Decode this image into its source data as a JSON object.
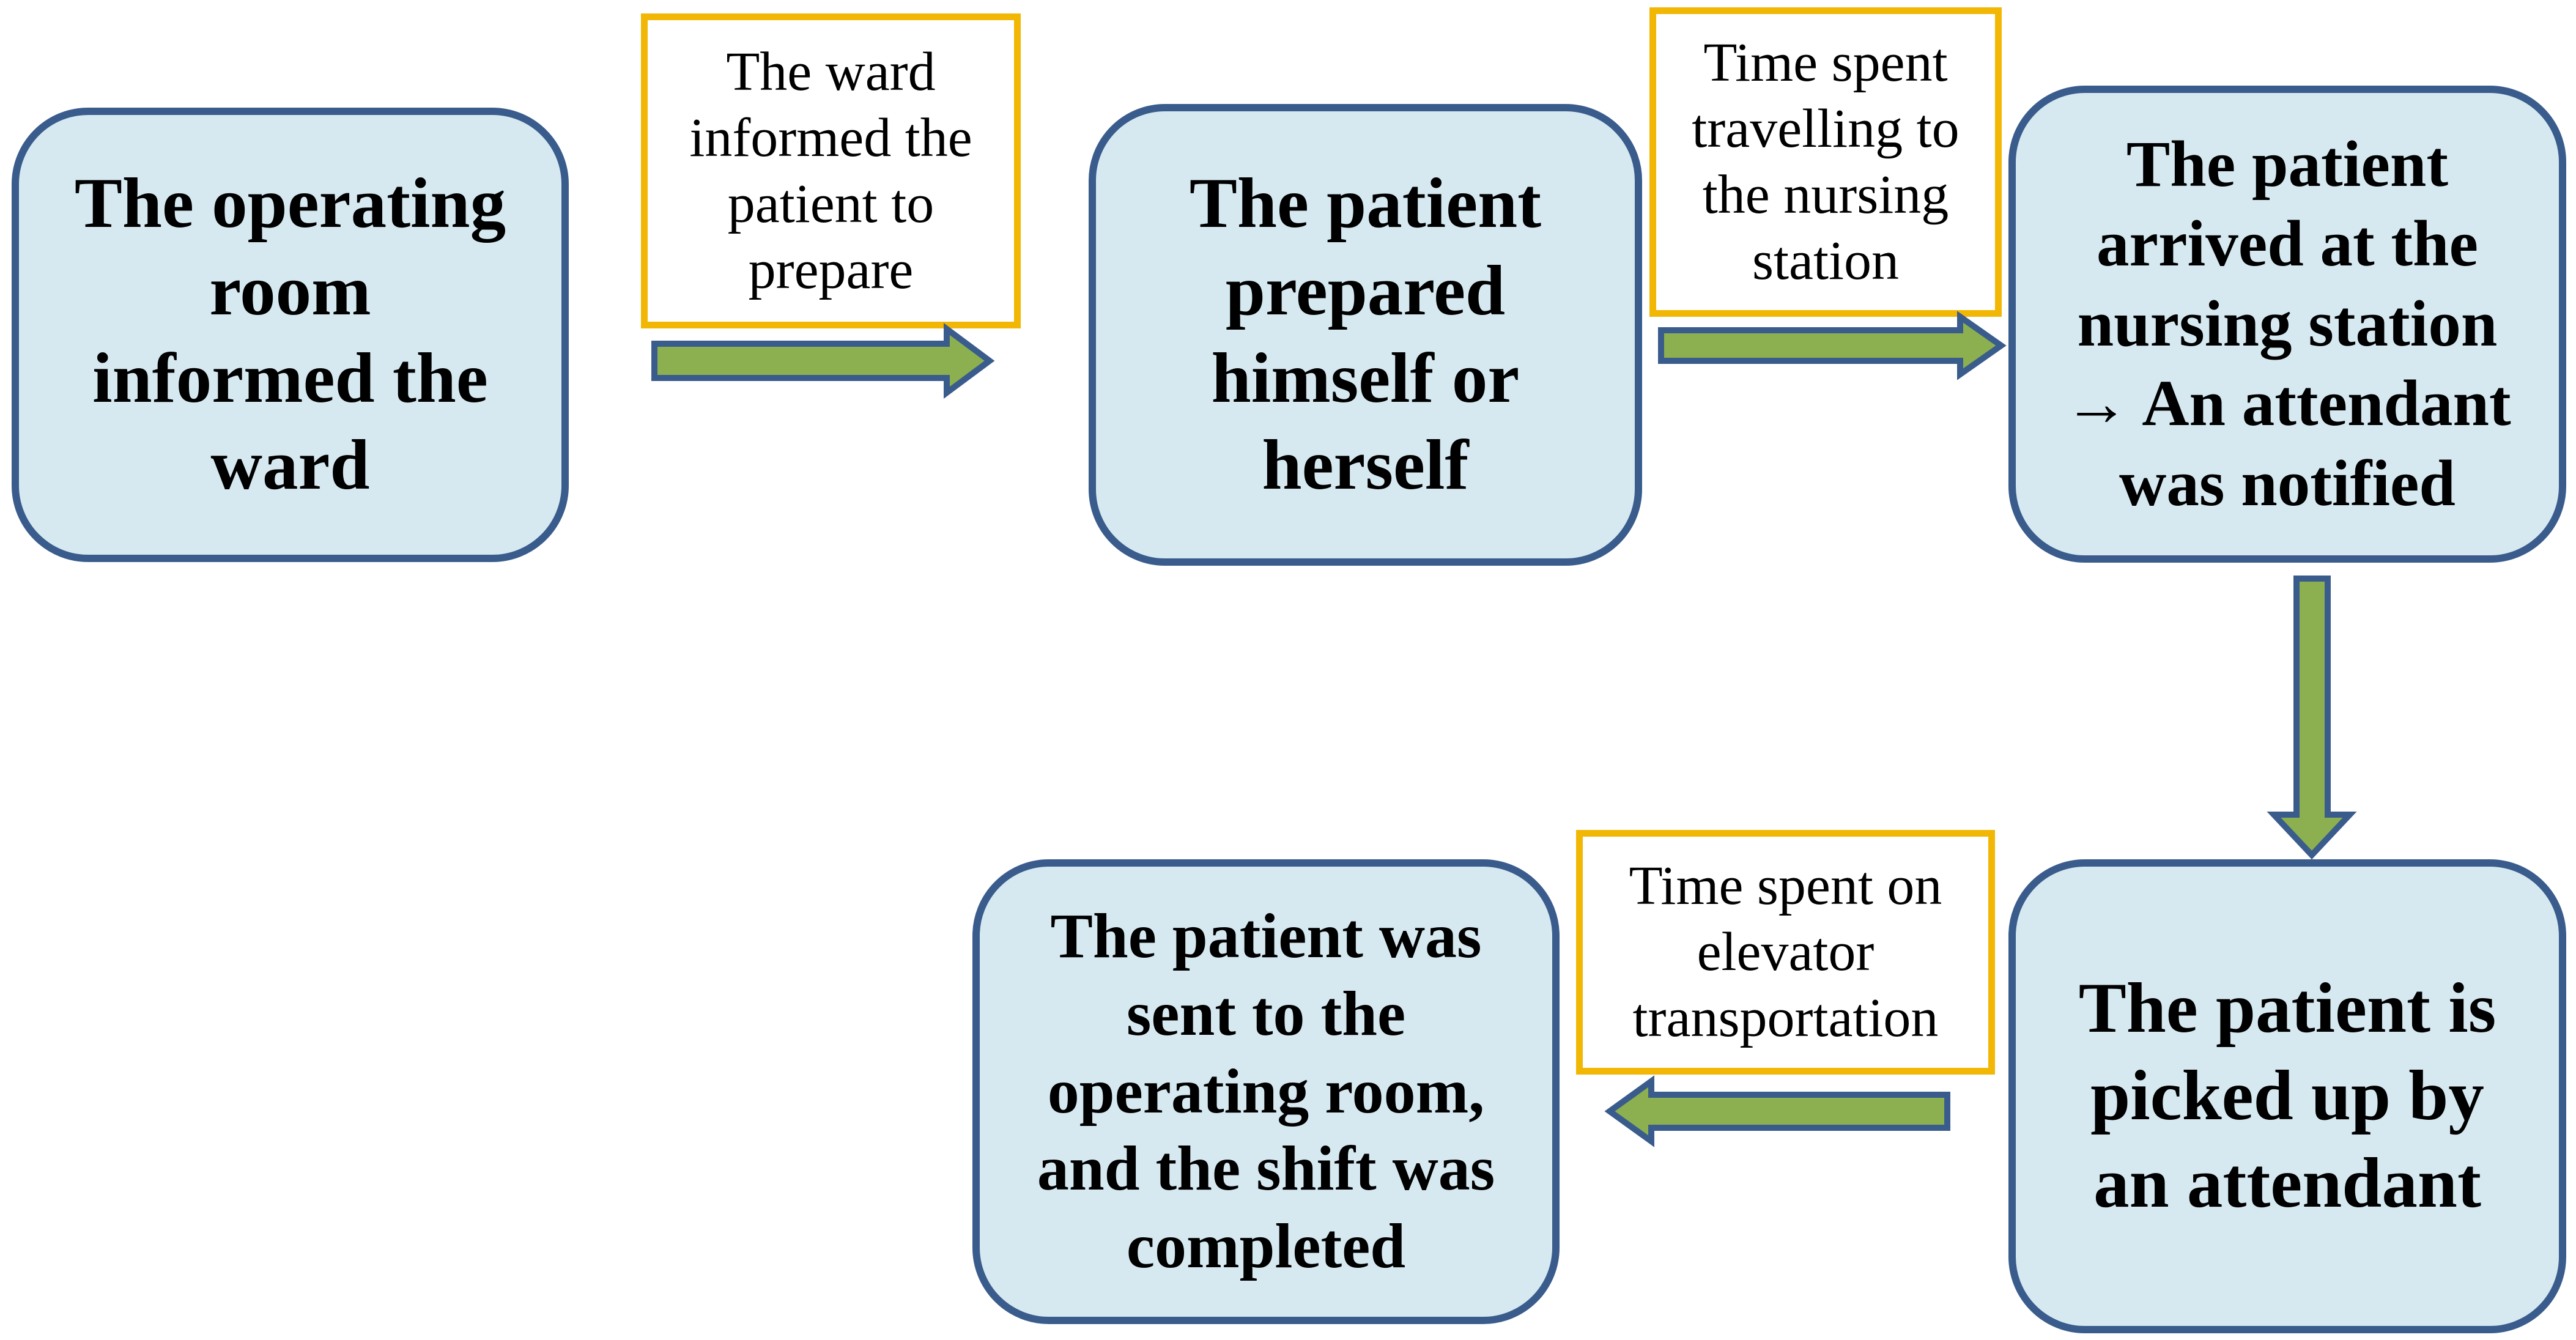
{
  "diagram": {
    "colors": {
      "step_fill": "#d6e9f1",
      "step_border": "#3a5c8c",
      "note_border": "#f2b705",
      "arrow_fill": "#8cb04f",
      "arrow_border": "#3a5c8c"
    },
    "steps": [
      {
        "id": "step1",
        "label": "The operating\nroom\ninformed the\nward"
      },
      {
        "id": "step2",
        "label": "The patient\nprepared\nhimself or\nherself"
      },
      {
        "id": "step3",
        "label": "The patient\narrived at the\nnursing station\n→ An attendant\nwas notified"
      },
      {
        "id": "step4",
        "label": "The patient is\npicked up by\nan attendant"
      },
      {
        "id": "step5",
        "label": "The patient was\nsent to the\noperating room,\nand the shift was\ncompleted"
      }
    ],
    "notes": [
      {
        "id": "note1",
        "label": "The ward\ninformed the\npatient to\nprepare"
      },
      {
        "id": "note2",
        "label": "Time spent\ntravelling to\nthe nursing\nstation"
      },
      {
        "id": "note3",
        "label": "Time spent on\nelevator\ntransportation"
      }
    ]
  }
}
